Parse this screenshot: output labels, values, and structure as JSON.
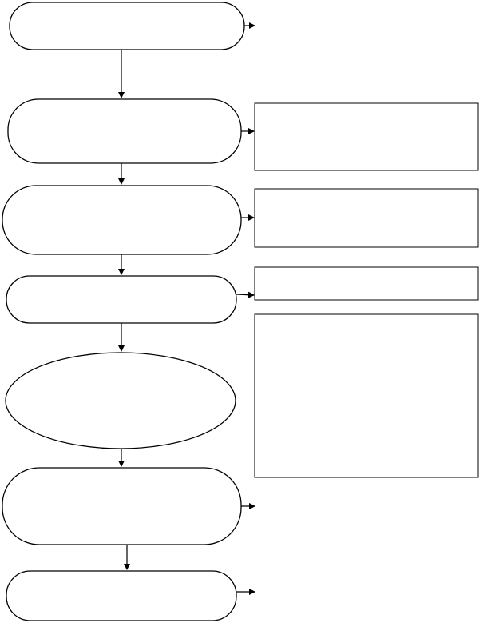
{
  "diagram": {
    "type": "flowchart",
    "stroke_color": "#000000",
    "background_color": "#ffffff",
    "steps": [
      {
        "id": "step-1",
        "shape": "rounded-rectangle",
        "text": ""
      },
      {
        "id": "step-2",
        "shape": "rounded-rectangle",
        "text": ""
      },
      {
        "id": "step-3",
        "shape": "rounded-rectangle",
        "text": ""
      },
      {
        "id": "step-4",
        "shape": "rounded-rectangle",
        "text": ""
      },
      {
        "id": "step-5",
        "shape": "ellipse",
        "text": ""
      },
      {
        "id": "step-6",
        "shape": "rounded-rectangle",
        "text": ""
      },
      {
        "id": "step-7",
        "shape": "rounded-rectangle",
        "text": ""
      }
    ],
    "notes": [
      {
        "id": "note-1",
        "attached_to": "step-2",
        "text": ""
      },
      {
        "id": "note-2",
        "attached_to": "step-3",
        "text": ""
      },
      {
        "id": "note-3",
        "attached_to": "step-4",
        "text": ""
      },
      {
        "id": "note-4",
        "attached_to": "step-4",
        "text": ""
      }
    ],
    "flow_arrows": [
      {
        "from": "step-1",
        "to": "step-2"
      },
      {
        "from": "step-2",
        "to": "step-3"
      },
      {
        "from": "step-3",
        "to": "step-4"
      },
      {
        "from": "step-4",
        "to": "step-5"
      },
      {
        "from": "step-5",
        "to": "step-6"
      },
      {
        "from": "step-6",
        "to": "step-7"
      }
    ],
    "side_arrows": [
      {
        "from": "step-1",
        "to": ""
      },
      {
        "from": "step-2",
        "to": "note-1"
      },
      {
        "from": "step-3",
        "to": "note-2"
      },
      {
        "from": "step-4",
        "to": "note-3"
      },
      {
        "from": "step-6",
        "to": ""
      },
      {
        "from": "step-7",
        "to": ""
      }
    ]
  }
}
